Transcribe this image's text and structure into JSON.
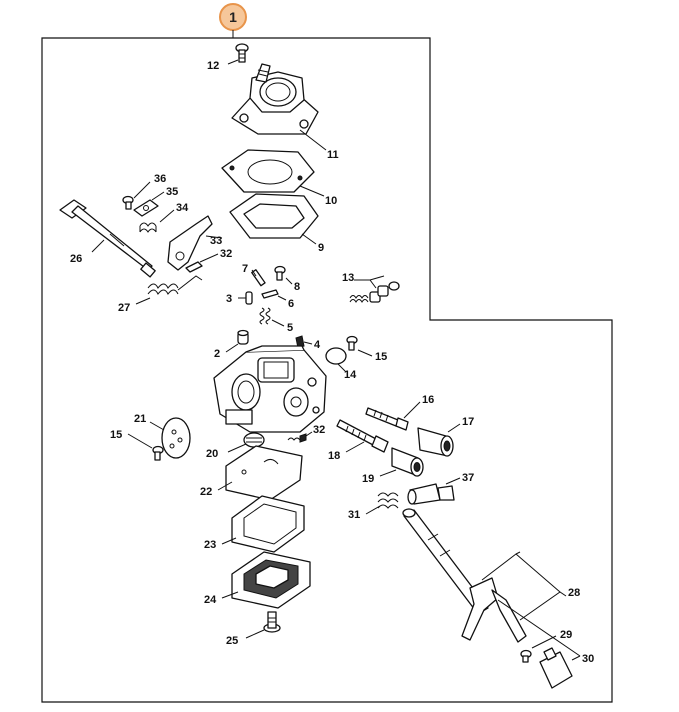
{
  "callout": {
    "number": "1",
    "ring_color": "#e8944a",
    "fill_color": "#f6c79a"
  },
  "labels": {
    "p2": "2",
    "p3": "3",
    "p4": "4",
    "p5": "5",
    "p6": "6",
    "p7": "7",
    "p8": "8",
    "p9": "9",
    "p10": "10",
    "p11": "11",
    "p12": "12",
    "p13": "13",
    "p14": "14",
    "p15a": "15",
    "p15b": "15",
    "p16": "16",
    "p17": "17",
    "p18": "18",
    "p19": "19",
    "p20": "20",
    "p21": "21",
    "p22": "22",
    "p23": "23",
    "p24": "24",
    "p25": "25",
    "p26": "26",
    "p27": "27",
    "p28": "28",
    "p29": "29",
    "p30": "30",
    "p31": "31",
    "p32a": "32",
    "p32b": "32",
    "p33": "33",
    "p34": "34",
    "p35": "35",
    "p36": "36",
    "p37": "37"
  }
}
